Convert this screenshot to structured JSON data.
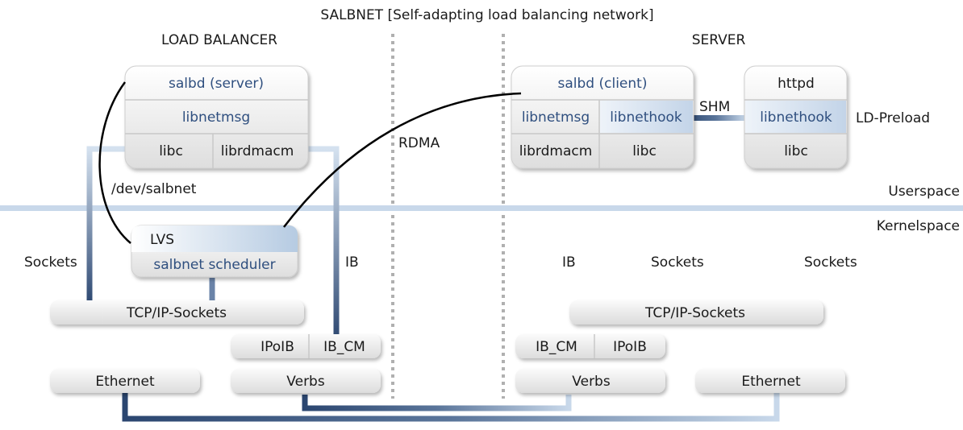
{
  "title": "SALBNET [Self-adapting load balancing network]",
  "sections": {
    "load_balancer": "LOAD BALANCER",
    "server": "SERVER"
  },
  "spaces": {
    "userspace": "Userspace",
    "kernelspace": "Kernelspace"
  },
  "lb": {
    "salbd": "salbd (server)",
    "libnetmsg": "libnetmsg",
    "libc": "libc",
    "librdmacm": "librdmacm",
    "dev": "/dev/salbnet",
    "lvs": "LVS",
    "scheduler": "salbnet scheduler",
    "sockets": "Sockets",
    "ib": "IB",
    "tcp": "TCP/IP-Sockets",
    "ipoib": "IPoIB",
    "ib_cm": "IB_CM",
    "ethernet": "Ethernet",
    "verbs": "Verbs"
  },
  "server": {
    "salbd": "salbd (client)",
    "libnetmsg": "libnetmsg",
    "libnethook": "libnethook",
    "librdmacm": "librdmacm",
    "libc": "libc",
    "shm": "SHM",
    "httpd": "httpd",
    "httpd_libnethook": "libnethook",
    "httpd_libc": "libc",
    "ld_preload": "LD-Preload",
    "ib": "IB",
    "sockets_mid": "Sockets",
    "sockets_right": "Sockets",
    "tcp": "TCP/IP-Sockets",
    "ib_cm": "IB_CM",
    "ipoib": "IPoIB",
    "verbs": "Verbs",
    "ethernet": "Ethernet"
  },
  "rdma": "RDMA",
  "colors": {
    "text_blue": "#2f4f7f",
    "line_dark": "#2b4670",
    "line_light": "#c8d8ea",
    "separator": "#b0b0b0"
  }
}
